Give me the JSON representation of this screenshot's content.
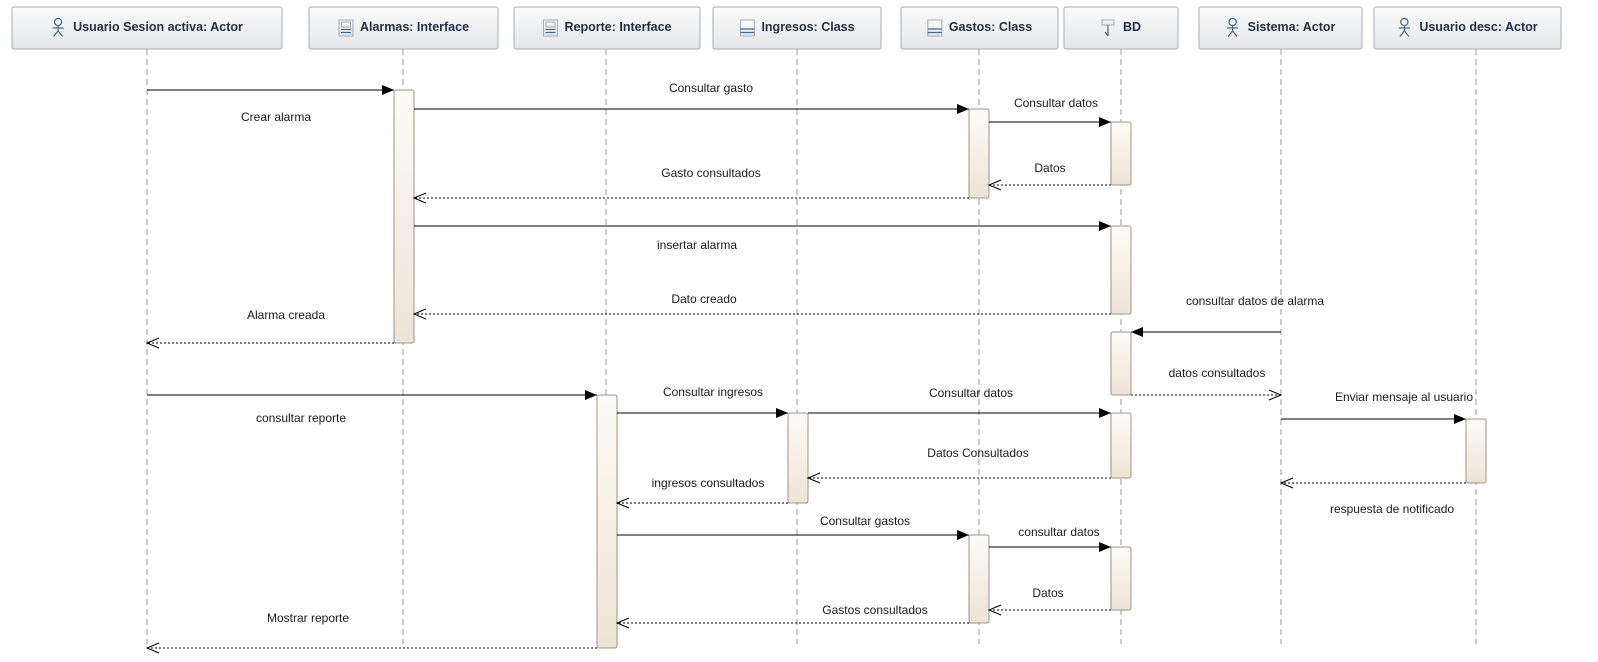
{
  "lifelines": [
    {
      "id": "usuario",
      "label": "Usuario Sesion activa: Actor",
      "icon": "actor-icon"
    },
    {
      "id": "alarmas",
      "label": "Alarmas: Interface",
      "icon": "interface-icon"
    },
    {
      "id": "reporte",
      "label": "Reporte: Interface",
      "icon": "interface-icon"
    },
    {
      "id": "ingresos",
      "label": "Ingresos: Class",
      "icon": "class-icon"
    },
    {
      "id": "gastos",
      "label": "Gastos: Class",
      "icon": "class-icon"
    },
    {
      "id": "bd",
      "label": "BD",
      "icon": "database-icon"
    },
    {
      "id": "sistema",
      "label": "Sistema: Actor",
      "icon": "actor-icon"
    },
    {
      "id": "usuario_desc",
      "label": "Usuario desc: Actor",
      "icon": "actor-icon"
    }
  ],
  "messages": [
    {
      "label": "Crear alarma",
      "from": "usuario",
      "to": "alarmas",
      "kind": "sync"
    },
    {
      "label": "Consultar gasto",
      "from": "alarmas",
      "to": "gastos",
      "kind": "sync"
    },
    {
      "label": "Consultar datos",
      "from": "gastos",
      "to": "bd",
      "kind": "sync"
    },
    {
      "label": "Datos",
      "from": "bd",
      "to": "gastos",
      "kind": "return"
    },
    {
      "label": "Gasto consultados",
      "from": "gastos",
      "to": "alarmas",
      "kind": "return"
    },
    {
      "label": "insertar alarma",
      "from": "alarmas",
      "to": "bd",
      "kind": "sync"
    },
    {
      "label": "Dato creado",
      "from": "bd",
      "to": "alarmas",
      "kind": "return"
    },
    {
      "label": "Alarma creada",
      "from": "alarmas",
      "to": "usuario",
      "kind": "return"
    },
    {
      "label": "consultar datos de alarma",
      "from": "sistema",
      "to": "bd",
      "kind": "sync"
    },
    {
      "label": "datos consultados",
      "from": "bd",
      "to": "sistema",
      "kind": "return"
    },
    {
      "label": "consultar reporte",
      "from": "usuario",
      "to": "reporte",
      "kind": "sync"
    },
    {
      "label": "Consultar ingresos",
      "from": "reporte",
      "to": "ingresos",
      "kind": "sync"
    },
    {
      "label": "Consultar datos",
      "from": "ingresos",
      "to": "bd",
      "kind": "sync"
    },
    {
      "label": "Enviar mensaje al usuario",
      "from": "sistema",
      "to": "usuario_desc",
      "kind": "sync"
    },
    {
      "label": "Datos Consultados",
      "from": "bd",
      "to": "ingresos",
      "kind": "return"
    },
    {
      "label": "respuesta de notificado",
      "from": "usuario_desc",
      "to": "sistema",
      "kind": "return"
    },
    {
      "label": "ingresos consultados",
      "from": "ingresos",
      "to": "reporte",
      "kind": "return"
    },
    {
      "label": "Consultar gastos",
      "from": "reporte",
      "to": "gastos",
      "kind": "sync"
    },
    {
      "label": "consultar datos",
      "from": "gastos",
      "to": "bd",
      "kind": "sync"
    },
    {
      "label": "Datos",
      "from": "bd",
      "to": "gastos",
      "kind": "return"
    },
    {
      "label": "Gastos consultados",
      "from": "gastos",
      "to": "reporte",
      "kind": "return"
    },
    {
      "label": "Mostrar reporte",
      "from": "reporte",
      "to": "usuario",
      "kind": "return"
    }
  ],
  "colors": {
    "head_fill_top": "#fbfbfb",
    "head_fill_bottom": "#e4e6e8",
    "head_text": "#1f2f45",
    "icon": "#3b6a95",
    "activation_top": "#fdfcf9",
    "activation_bottom": "#ece4d6"
  }
}
